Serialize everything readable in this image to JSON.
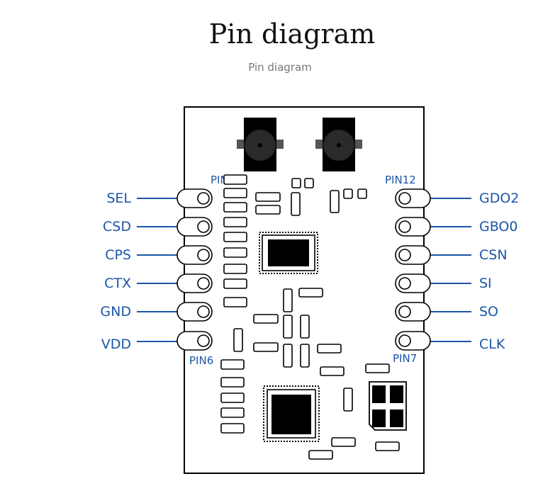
{
  "title": "Pin diagram",
  "subtitle": "Pin diagram",
  "corner_labels": {
    "pin1": "PIN1",
    "pin6": "PIN6",
    "pin7": "PIN7",
    "pin12": "PIN12"
  },
  "left_pins": [
    "SEL",
    "CSD",
    "CPS",
    "CTX",
    "GND",
    "VDD"
  ],
  "right_pins": [
    "GDO2",
    "GBO0",
    "CSN",
    "SI",
    "SO",
    "CLK"
  ],
  "colors": {
    "accent": "#1c56a7",
    "outline": "#000000"
  }
}
